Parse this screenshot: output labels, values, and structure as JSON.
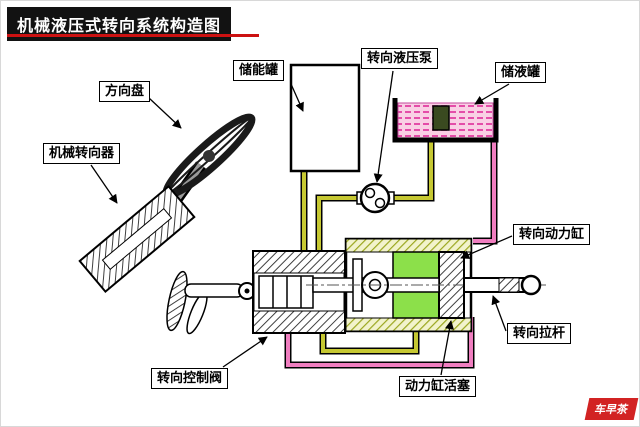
{
  "title": "机械液压式转向系统构造图",
  "labels": {
    "steering_wheel": "方向盘",
    "steering_gear": "机械转向器",
    "accumulator": "储能罐",
    "pump": "转向液压泵",
    "reservoir": "储液罐",
    "power_cylinder": "转向动力缸",
    "tie_rod": "转向拉杆",
    "control_valve": "转向控制阀",
    "piston": "动力缸活塞"
  },
  "watermark": "车早茶",
  "colors": {
    "title_bg": "#121212",
    "accent_red": "#cc1111",
    "pipe_yellow": "#c6c832",
    "pipe_pink": "#f07ec0",
    "chamber_green": "#8ce04a",
    "reservoir_fill": "#f9cfe4",
    "reservoir_lines": "#e2399f"
  }
}
